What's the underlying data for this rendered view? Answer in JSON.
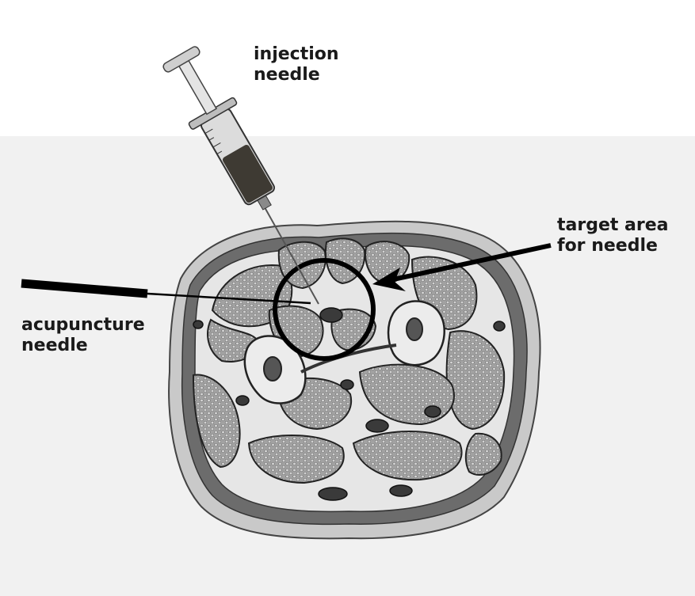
{
  "labels": {
    "injection_needle": {
      "line1": "injection",
      "line2": "needle"
    },
    "target_area": {
      "line1": "target area",
      "line2": "for needle"
    },
    "acupuncture_needle": {
      "line1": "acupuncture",
      "line2": "needle"
    }
  },
  "colors": {
    "background_panel": "#f1f1f1",
    "skin_outer": "#c9c9c9",
    "muscle": "#9a9a9a",
    "bone": "#e8e8e8",
    "syringe_fluid": "#3e3a33",
    "ink": "#000000"
  }
}
